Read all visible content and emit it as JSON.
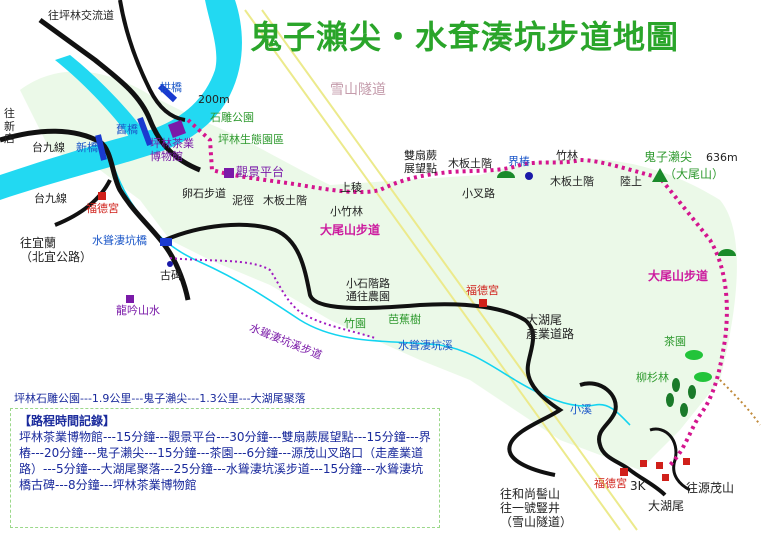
{
  "title": "鬼子瀨尖・水耷湊坑步道地圖",
  "labels": {
    "to_pinglin": "往坪林交流道",
    "to_xindian": "往\n新\n店",
    "tai9_a": "台九線",
    "tai9_b": "台九線",
    "to_yilan": "往宜蘭\n（北宜公路）",
    "gongqiao": "拱橋",
    "bi200": "200m",
    "shiqiao": "舊橋",
    "xinqiao": "新橋",
    "sculpture_park": "石雕公園",
    "eco_park": "坪林生態園區",
    "tea_museum": "坪林茶業\n博物館",
    "viewing_platform": "觀景平台",
    "egg_stone": "卵石步道",
    "mud": "泥徑",
    "wood_steps1": "木板土階",
    "shangleng": "上稜",
    "small_bamboo": "小竹林",
    "dawei_trail1": "大尾山步道",
    "fude1": "福德宮",
    "shuiden_bridge": "水聳淒坑橋",
    "gubei": "古碑",
    "longyin": "龍吟山水",
    "snow_tunnel": "雪山隧道",
    "fern_deck": "雙扇蕨\n展望點",
    "wood_steps2": "木板土階",
    "xiaocha": "小叉路",
    "jieqiao": "界樁",
    "bamboo2": "竹林",
    "wood_steps3": "木板土階",
    "lushang": "陸上",
    "guizi": "鬼子瀨尖",
    "height": "636m",
    "dawei_mt": "（大尾山）",
    "dawei_trail2": "大尾山步道",
    "stone_road": "小石階路\n通往農園",
    "fude2": "福德宮",
    "dahuwei_road": "大湖尾\n產業道路",
    "bamboo3": "竹園",
    "banana": "芭蕉樹",
    "creek_trail": "水聳淒坑溪步道",
    "creek": "水聳淒坑溪",
    "tea_garden": "茶園",
    "cedar": "柳杉林",
    "small_creek": "小溪",
    "to_monk": "往和尚髻山\n往一號豎井\n（雪山隧道）",
    "fude3": "福德宮",
    "k3": "3K",
    "dahuwei": "大湖尾",
    "to_yuanmao": "往源茂山"
  },
  "distance_line": "坪林石雕公園---1.9公里---鬼子瀨尖---1.3公里---大湖尾聚落",
  "legend": {
    "heading": "【路程時間記錄】",
    "body": "坪林茶業博物館---15分鐘---觀景平台---30分鐘---雙扇蕨展望點---15分鐘---界樁---20分鐘---鬼子瀨尖---15分鐘---茶園---6分鐘---源茂山叉路口（走產業道路）---5分鐘---大湖尾聚落---25分鐘---水聳淒坑溪步道---15分鐘---水聳淒坑橋古碑---8分鐘---坪林茶業博物館"
  },
  "colors": {
    "river": "#13d4f0",
    "road": "#111111",
    "trail": "#d4158f",
    "bridge": "#1a3ad0",
    "tunnel": "#ecea8c",
    "title": "#2aa52a"
  }
}
